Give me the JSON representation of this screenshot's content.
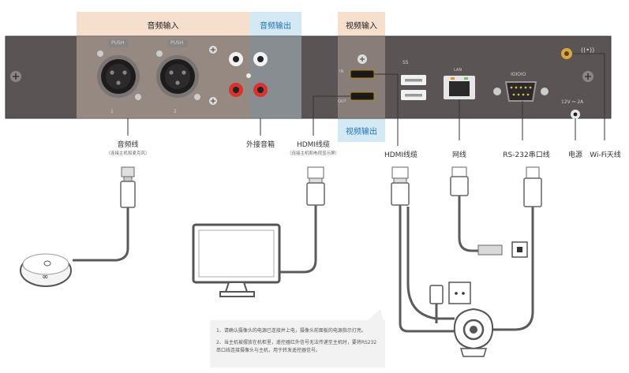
{
  "sections": {
    "audio_in": "音频输入",
    "audio_out": "音频输出",
    "video_in": "视频输入",
    "video_out": "视频输出"
  },
  "panel": {
    "push_label": "PUSH",
    "mic1": "1",
    "mic2": "2",
    "in_label": "IN",
    "out_label": "OUT",
    "usb_label": "SS",
    "lan_label": "LAN",
    "serial_label": "IOIOIO",
    "power_rating": "12V ⎓ 2A"
  },
  "labels": {
    "audio_cable": "音频线",
    "audio_cable_note": "（连接主机和麦克风）",
    "ext_speaker": "外接音箱",
    "hdmi_wire": "HDMI线缆",
    "hdmi_wire_note": "（连接主机和电视显示屏）",
    "hdmi_cable": "HDMI线缆",
    "network": "网线",
    "rs232": "RS-232串口线",
    "power": "电源",
    "wifi": "Wi-Fi天线"
  },
  "notes": [
    "1、请确认摄像头的电源已连接并上电，摄像头前面板的电源指示灯亮。",
    "2、当主机被摆放在机柜里，遥控器红外信号无法传递至主机时，要将RS232串口线连接摄像头与主机，用于转发遥控器信号。"
  ],
  "colors": {
    "audio_in_bg": "#f6dfcc",
    "audio_out_bg": "#d5e9f4",
    "video_in_bg": "#f6dfcc",
    "video_out_bg": "#d5e9f4",
    "chassis": "#5a5454",
    "cable": "#5b5b5b"
  }
}
